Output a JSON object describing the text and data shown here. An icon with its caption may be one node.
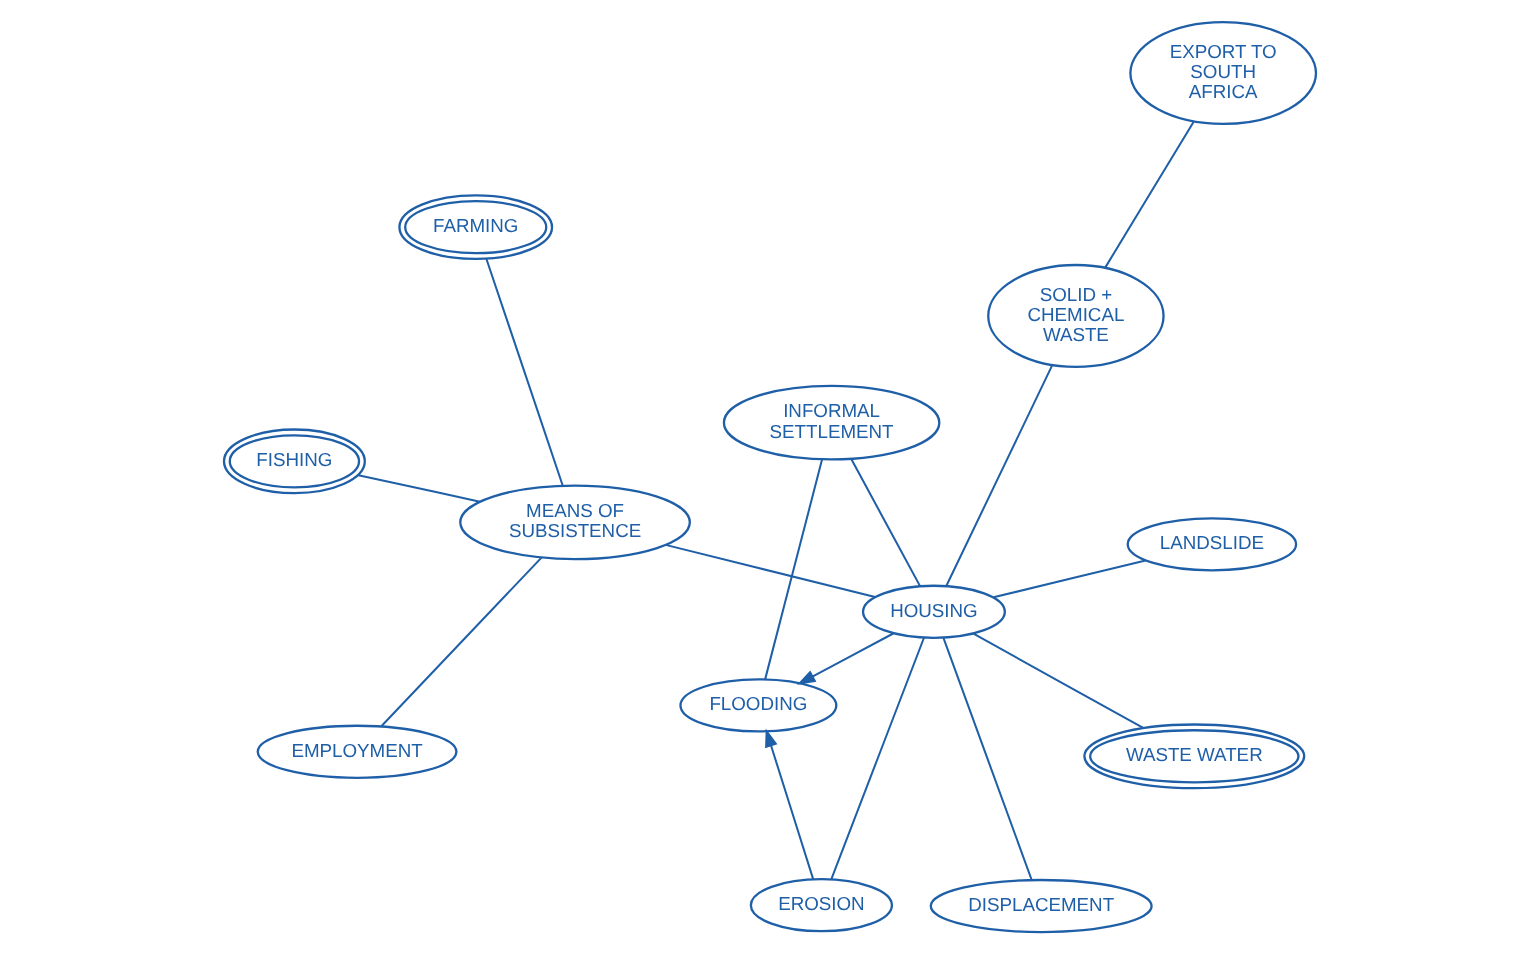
{
  "diagram": {
    "nodes": [
      {
        "text": [
          "FLOODING"
        ]
      },
      {
        "text": [
          "INFORMAL SETTLEMENT"
        ]
      },
      {
        "text": [
          "EROSION"
        ]
      },
      {
        "text": [
          "HOUSING"
        ]
      },
      {
        "text": [
          "FARMING"
        ]
      },
      {
        "text": [
          "MEANS OF SUBSISTENCE"
        ]
      },
      {
        "text": [
          "FISHING"
        ]
      },
      {
        "text": [
          "LANDSLIDE"
        ]
      },
      {
        "text": [
          "EMPLOYMENT"
        ]
      },
      {
        "text": [
          "WASTE WATER"
        ]
      },
      {
        "text": [
          "DISPLACEMENT"
        ]
      },
      {
        "text": [
          "EXPORT TO SOUTH AFRICA"
        ]
      },
      {
        "text": [
          "SOLID + CHEMICAL WASTE"
        ]
      }
    ],
    "edges": [
      {
        "from": 1,
        "to": 0,
        "arrow": "none"
      },
      {
        "from": 2,
        "to": 0,
        "arrow": "to"
      },
      {
        "from": 3,
        "to": 0,
        "arrow": "to"
      },
      {
        "from": 3,
        "to": 1,
        "arrow": "none"
      },
      {
        "from": 2,
        "to": 3,
        "arrow": "none"
      },
      {
        "from": 3,
        "to": 7,
        "arrow": "none"
      },
      {
        "from": 3,
        "to": 9,
        "arrow": "none"
      },
      {
        "from": 3,
        "to": 10,
        "arrow": "none"
      },
      {
        "from": 3,
        "to": 12,
        "arrow": "none"
      },
      {
        "from": 3,
        "to": 5,
        "arrow": "none"
      },
      {
        "from": 5,
        "to": 4,
        "arrow": "none"
      },
      {
        "from": 5,
        "to": 6,
        "arrow": "none"
      },
      {
        "from": 5,
        "to": 8,
        "arrow": "none"
      },
      {
        "from": 12,
        "to": 11,
        "arrow": "none"
      }
    ]
  }
}
